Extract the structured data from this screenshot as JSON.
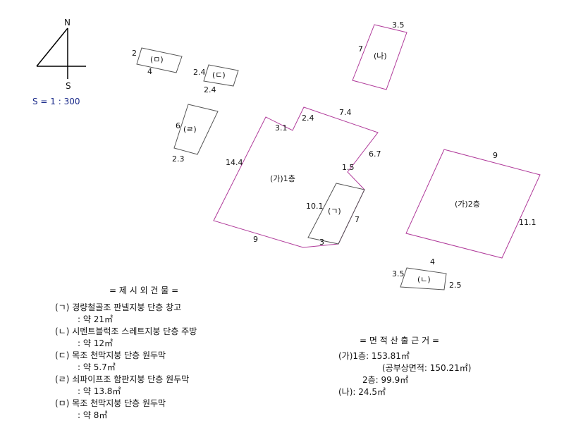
{
  "compass": {
    "north": "N",
    "south": "S"
  },
  "scale": "S = 1 : 300",
  "buildings": [
    {
      "label": "(가)1층",
      "edges": [
        "14.4",
        "3.1",
        "2.4",
        "7.4",
        "6.7",
        "1.5",
        "10.1",
        "3",
        "9"
      ]
    },
    {
      "label": "(가)2층",
      "edges": [
        "9",
        "11.1"
      ]
    },
    {
      "label": "(나)",
      "edges": [
        "3.5",
        "7"
      ]
    },
    {
      "label": "(ㄱ)",
      "edges": [
        "7"
      ]
    },
    {
      "label": "(ㄴ)",
      "edges": [
        "4",
        "3.5",
        "2.5"
      ]
    },
    {
      "label": "(ㄷ)",
      "edges": [
        "2.4",
        "2.4"
      ]
    },
    {
      "label": "(ㄹ)",
      "edges": [
        "6",
        "2.3"
      ]
    },
    {
      "label": "(ㅁ)",
      "edges": [
        "2",
        "4"
      ]
    }
  ],
  "legend": {
    "title": "= 제 시 외 건 물 =",
    "items": [
      {
        "name": "(ㄱ) 경량철골조 판넬지붕 단층 창고",
        "area": ": 약 21㎡"
      },
      {
        "name": "(ㄴ) 시멘트블럭조 스레트지붕 단층 주방",
        "area": ": 약 12㎡"
      },
      {
        "name": "(ㄷ) 목조 천막지붕 단층 원두막",
        "area": ": 약 5.7㎡"
      },
      {
        "name": "(ㄹ) 쇠파이프조 함판지붕 단층 원두막",
        "area": ": 약 13.8㎡"
      },
      {
        "name": "(ㅁ) 목조 천막지붕 단층 원두막",
        "area": ": 약 8㎡"
      }
    ]
  },
  "area_calc": {
    "title": "= 면 적 산 출 근 거 =",
    "line1": "(가)1층: 153.81㎡",
    "line2": "(공부상면적: 150.21㎡)",
    "line3": "2층: 99.9㎡",
    "line4": "(나): 24.5㎡"
  },
  "colors": {
    "outline": "#b03a9a",
    "line": "#555555",
    "compass": "#000000",
    "scale_text": "#1a2a8a"
  }
}
